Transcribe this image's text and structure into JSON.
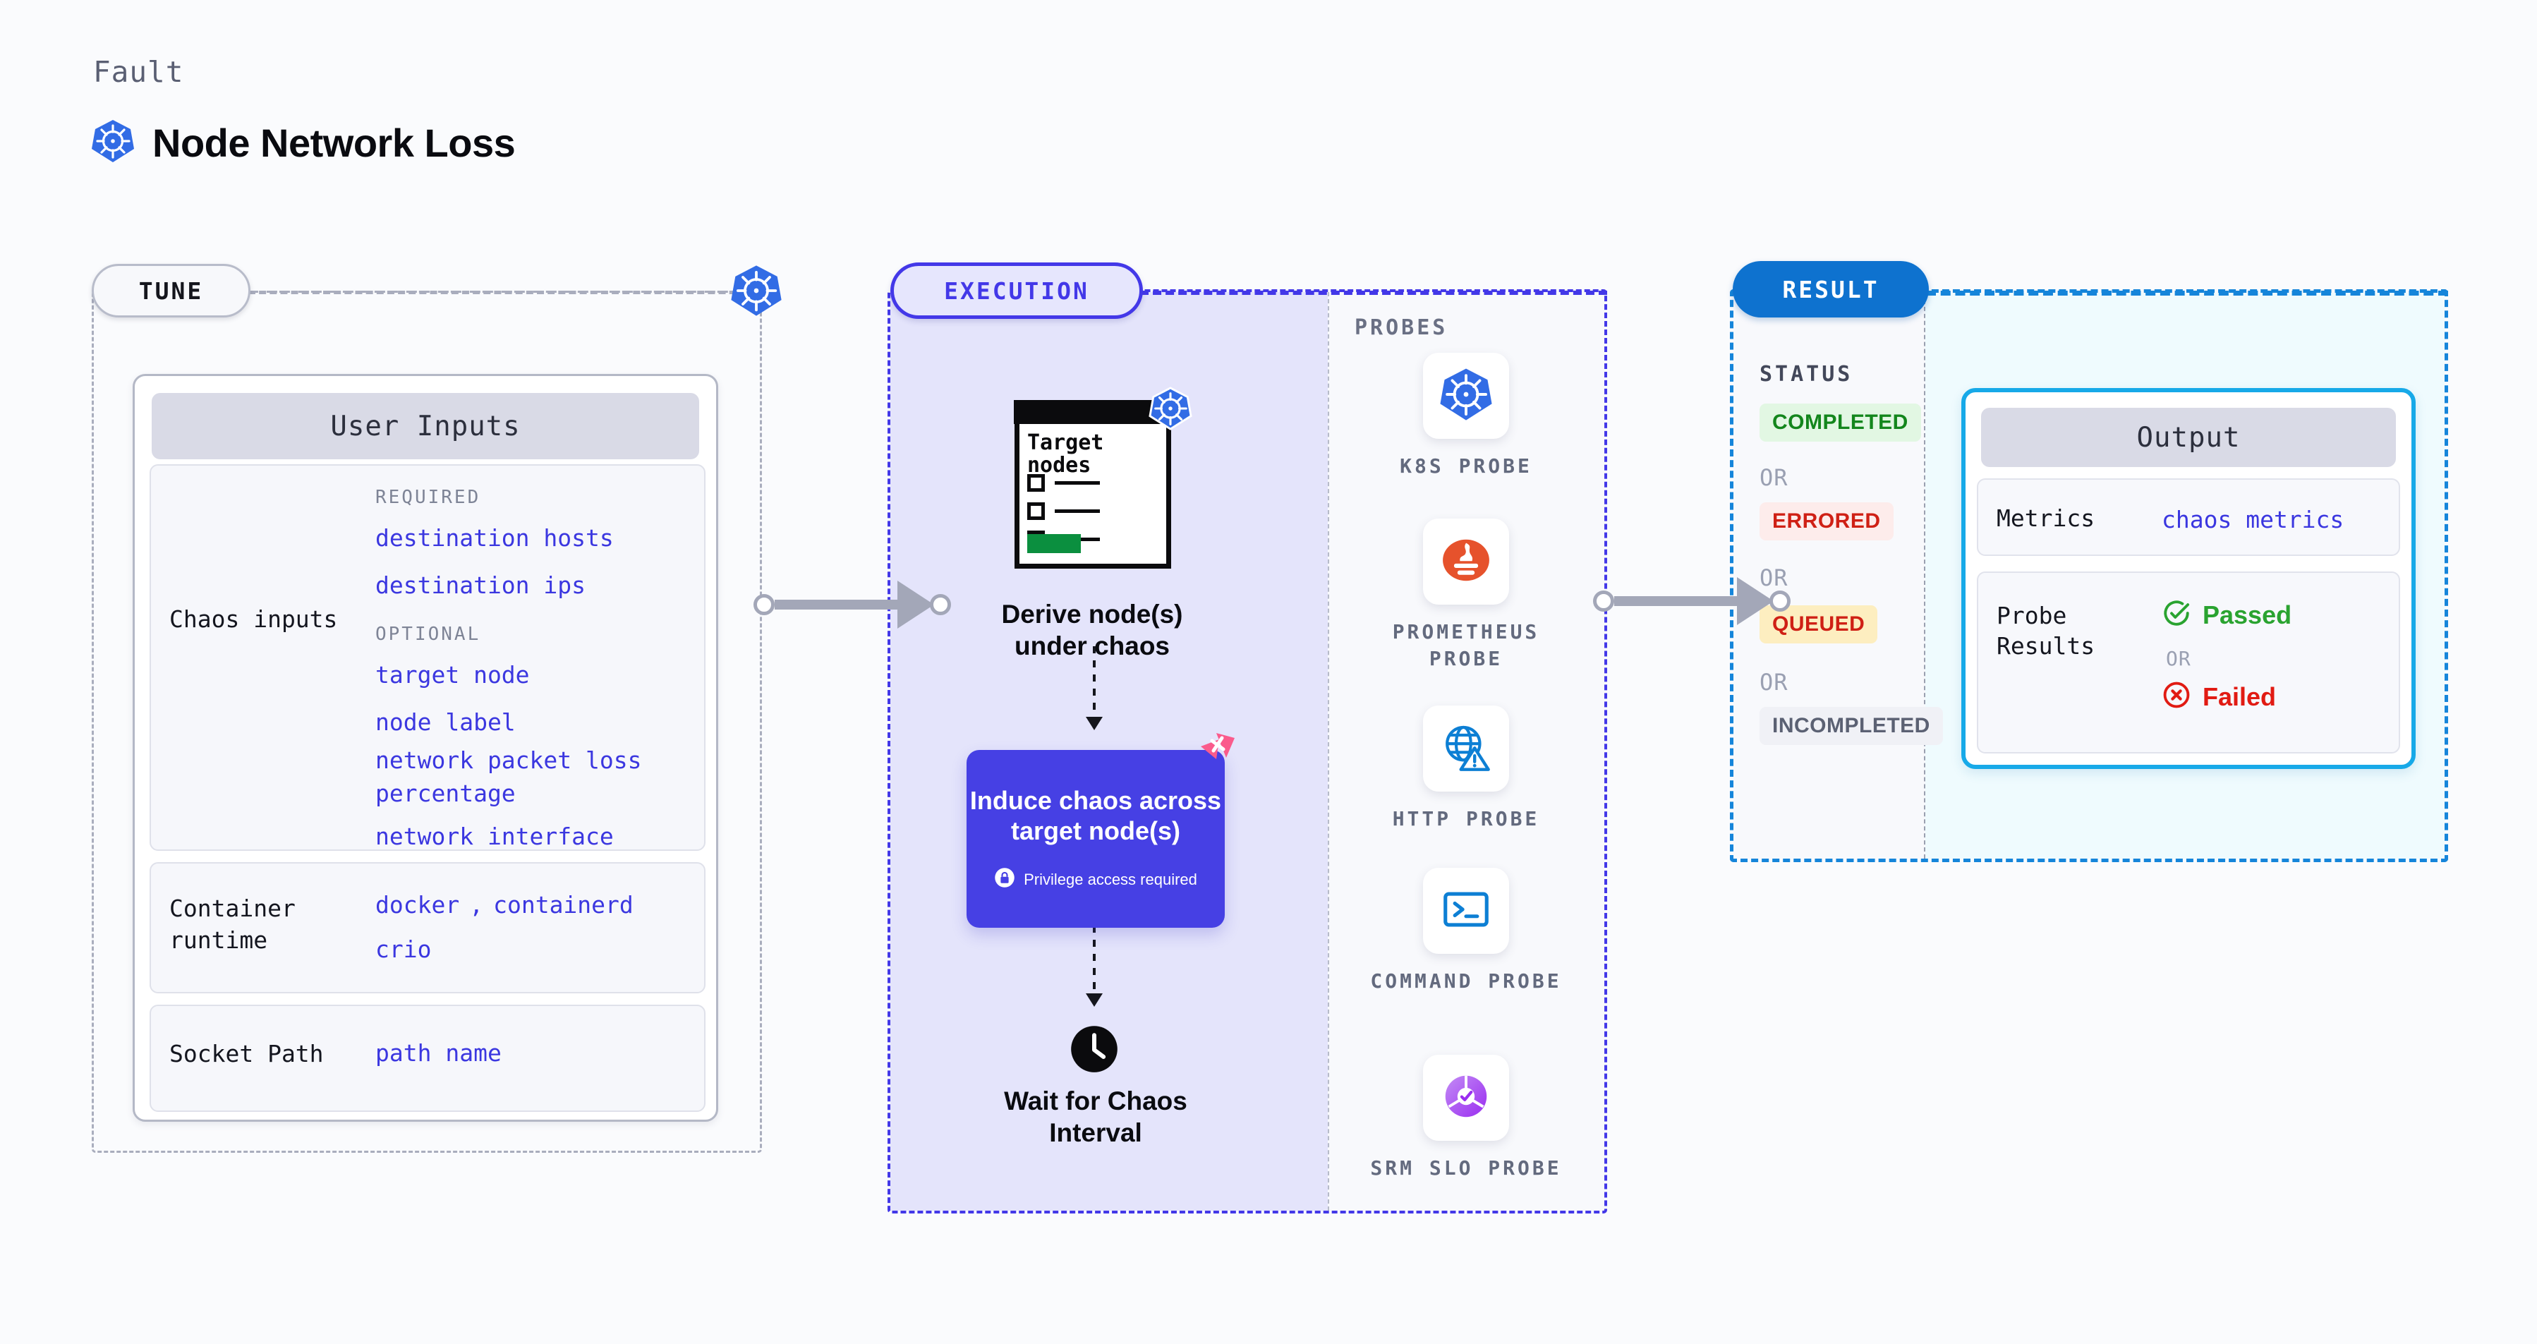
{
  "header": {
    "eyebrow": "Fault",
    "title": "Node Network Loss",
    "icon": "kubernetes-icon"
  },
  "sections": {
    "tune": {
      "chip": "TUNE"
    },
    "execution": {
      "chip": "EXECUTION"
    },
    "result": {
      "chip": "RESULT"
    }
  },
  "tune": {
    "card_title": "User Inputs",
    "chaos_inputs": {
      "label": "Chaos inputs",
      "required_tag": "REQUIRED",
      "required": [
        "destination hosts",
        "destination ips"
      ],
      "optional_tag": "OPTIONAL",
      "optional": [
        "target node",
        "node label",
        "network packet loss percentage",
        "network interface"
      ]
    },
    "container_runtime": {
      "label": "Container\nruntime",
      "values_line1": [
        "docker",
        "containerd"
      ],
      "separator": ",",
      "values_line2": [
        "crio"
      ]
    },
    "socket_path": {
      "label": "Socket Path",
      "values": [
        "path name"
      ]
    }
  },
  "execution": {
    "doc": {
      "title": "Target\nnodes",
      "badge_icon": "kubernetes-icon"
    },
    "step1_label": "Derive node(s)\nunder chaos",
    "chaos_box": {
      "title": "Induce chaos across\ntarget node(s)",
      "privilege_note": "Privilege access required",
      "lock_icon": "lock-icon",
      "corner_icon": "litmus-logo-icon",
      "bg_color": "#4640e4"
    },
    "step3_label": "Wait for Chaos\nInterval",
    "clock_icon": "clock-icon"
  },
  "probes": {
    "title": "PROBES",
    "items": [
      {
        "name": "K8S PROBE",
        "icon": "kubernetes-icon"
      },
      {
        "name": "PROMETHEUS PROBE",
        "icon": "prometheus-icon"
      },
      {
        "name": "HTTP PROBE",
        "icon": "globe-warning-icon"
      },
      {
        "name": "COMMAND PROBE",
        "icon": "terminal-icon"
      },
      {
        "name": "SRM SLO PROBE",
        "icon": "srm-slo-icon"
      }
    ]
  },
  "result": {
    "status_title": "STATUS",
    "or_text": "OR",
    "statuses": [
      {
        "label": "COMPLETED",
        "bg": "#e2f7e3",
        "fg": "#13861c"
      },
      {
        "label": "ERRORED",
        "bg": "#fdeceb",
        "fg": "#cf2015"
      },
      {
        "label": "QUEUED",
        "bg": "#fdeec0",
        "fg": "#cf2015"
      },
      {
        "label": "INCOMPLETED",
        "bg": "#f0f1f6",
        "fg": "#5b6173"
      }
    ],
    "output": {
      "card_title": "Output",
      "metrics": {
        "label": "Metrics",
        "value": "chaos metrics"
      },
      "probe_results": {
        "label": "Probe\nResults",
        "passed": "Passed",
        "failed": "Failed",
        "or_text": "OR",
        "passed_color": "#2aa330",
        "failed_color": "#e11b13"
      }
    }
  }
}
